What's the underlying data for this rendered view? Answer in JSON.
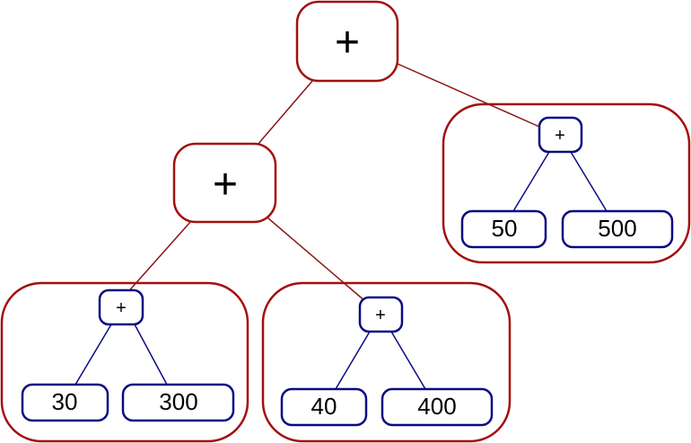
{
  "root": {
    "op": "+"
  },
  "mid": {
    "op": "+"
  },
  "groups": {
    "g1": {
      "op": "+",
      "left": "30",
      "right": "300"
    },
    "g2": {
      "op": "+",
      "left": "40",
      "right": "400"
    },
    "g3": {
      "op": "+",
      "left": "50",
      "right": "500"
    }
  },
  "colors": {
    "outer": "#a30f0f",
    "inner": "#0b0b82"
  }
}
